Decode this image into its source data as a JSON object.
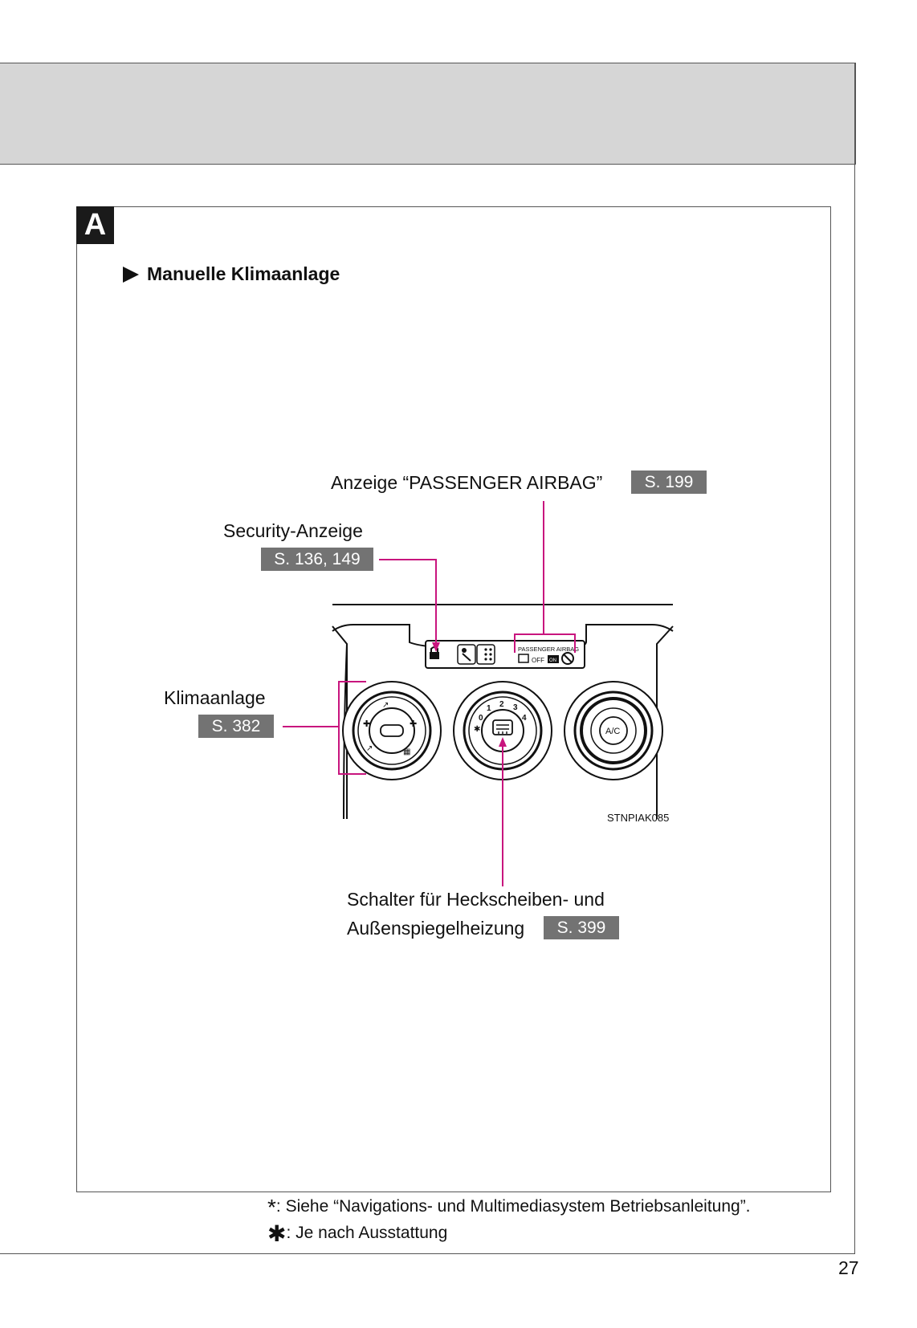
{
  "section": {
    "badge": "A",
    "heading": "Manuelle Klimaanlage"
  },
  "callouts": {
    "airbag": {
      "label": "Anzeige “PASSENGER AIRBAG”",
      "ref": "S. 199"
    },
    "security": {
      "label": "Security-Anzeige",
      "ref": "S. 136, 149"
    },
    "climate": {
      "label": "Klimaanlage",
      "ref": "S. 382"
    },
    "defogger": {
      "label_line1": "Schalter für Heckscheiben- und",
      "label_line2": "Außenspiegelheizung",
      "ref": "S. 399"
    }
  },
  "illustration": {
    "code": "STNPIAK085",
    "indicator_text": "PASSENGER  AIRBAG",
    "off_text": "OFF",
    "on_text": "ON",
    "ac_label": "A/C",
    "fan_speeds": [
      "0",
      "1",
      "2",
      "3",
      "4"
    ]
  },
  "footnotes": [
    {
      "mark": "*",
      "text": ": Siehe “Navigations- und Multimediasystem Betriebsanleitung”."
    },
    {
      "mark": "✱",
      "text": ": Je nach Ausstattung"
    }
  ],
  "page_number": "27",
  "colors": {
    "leader": "#c8157e",
    "tag": "#737373",
    "band": "#d6d6d6"
  }
}
